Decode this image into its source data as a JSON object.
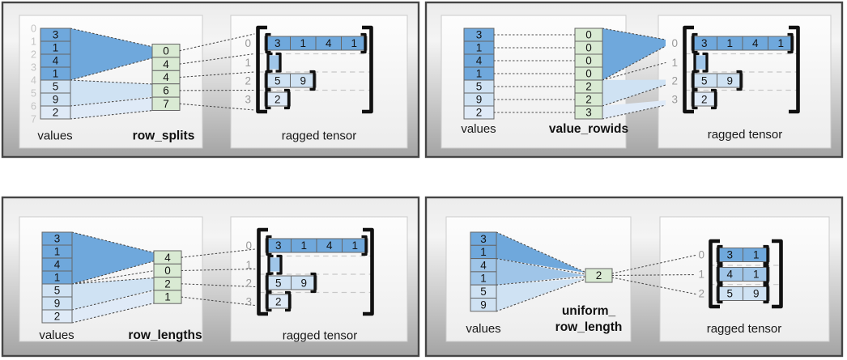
{
  "colors": {
    "dark_blue": "#6fa8dc",
    "medium_blue": "#9fc5e8",
    "light_blue": "#cfe2f3",
    "pale_blue": "#dfeaf7",
    "green": "#d9ead3"
  },
  "panels": [
    {
      "name": "row_splits",
      "labels": {
        "values": "values",
        "param": "row_splits",
        "output": "ragged tensor"
      },
      "value_indices": [
        "0",
        "1",
        "2",
        "3",
        "4",
        "5",
        "6",
        "7"
      ],
      "values": [
        "3",
        "1",
        "4",
        "1",
        "5",
        "9",
        "2"
      ],
      "param": [
        "0",
        "4",
        "4",
        "6",
        "7"
      ],
      "ragged": {
        "indices": [
          "0",
          "1",
          "2",
          "3"
        ],
        "rows": [
          [
            "3",
            "1",
            "4",
            "1"
          ],
          [],
          [
            "5",
            "9"
          ],
          [
            "2"
          ]
        ]
      }
    },
    {
      "name": "value_rowids",
      "labels": {
        "values": "values",
        "param": "value_rowids",
        "output": "ragged tensor"
      },
      "values": [
        "3",
        "1",
        "4",
        "1",
        "5",
        "9",
        "2"
      ],
      "param": [
        "0",
        "0",
        "0",
        "0",
        "2",
        "2",
        "3"
      ],
      "ragged": {
        "indices": [
          "0",
          "1",
          "2",
          "3"
        ],
        "rows": [
          [
            "3",
            "1",
            "4",
            "1"
          ],
          [],
          [
            "5",
            "9"
          ],
          [
            "2"
          ]
        ]
      }
    },
    {
      "name": "row_lengths",
      "labels": {
        "values": "values",
        "param": "row_lengths",
        "output": "ragged tensor"
      },
      "values": [
        "3",
        "1",
        "4",
        "1",
        "5",
        "9",
        "2"
      ],
      "param": [
        "4",
        "0",
        "2",
        "1"
      ],
      "ragged": {
        "indices": [
          "0",
          "1",
          "2",
          "3"
        ],
        "rows": [
          [
            "3",
            "1",
            "4",
            "1"
          ],
          [],
          [
            "5",
            "9"
          ],
          [
            "2"
          ]
        ]
      }
    },
    {
      "name": "uniform_row_length",
      "labels": {
        "values": "values",
        "param_line1": "uniform_",
        "param_line2": "row_length",
        "output": "ragged tensor"
      },
      "values": [
        "3",
        "1",
        "4",
        "1",
        "5",
        "9"
      ],
      "param": [
        "2"
      ],
      "ragged": {
        "indices": [
          "0",
          "1",
          "2"
        ],
        "rows": [
          [
            "3",
            "1"
          ],
          [
            "4",
            "1"
          ],
          [
            "5",
            "9"
          ]
        ]
      }
    }
  ]
}
